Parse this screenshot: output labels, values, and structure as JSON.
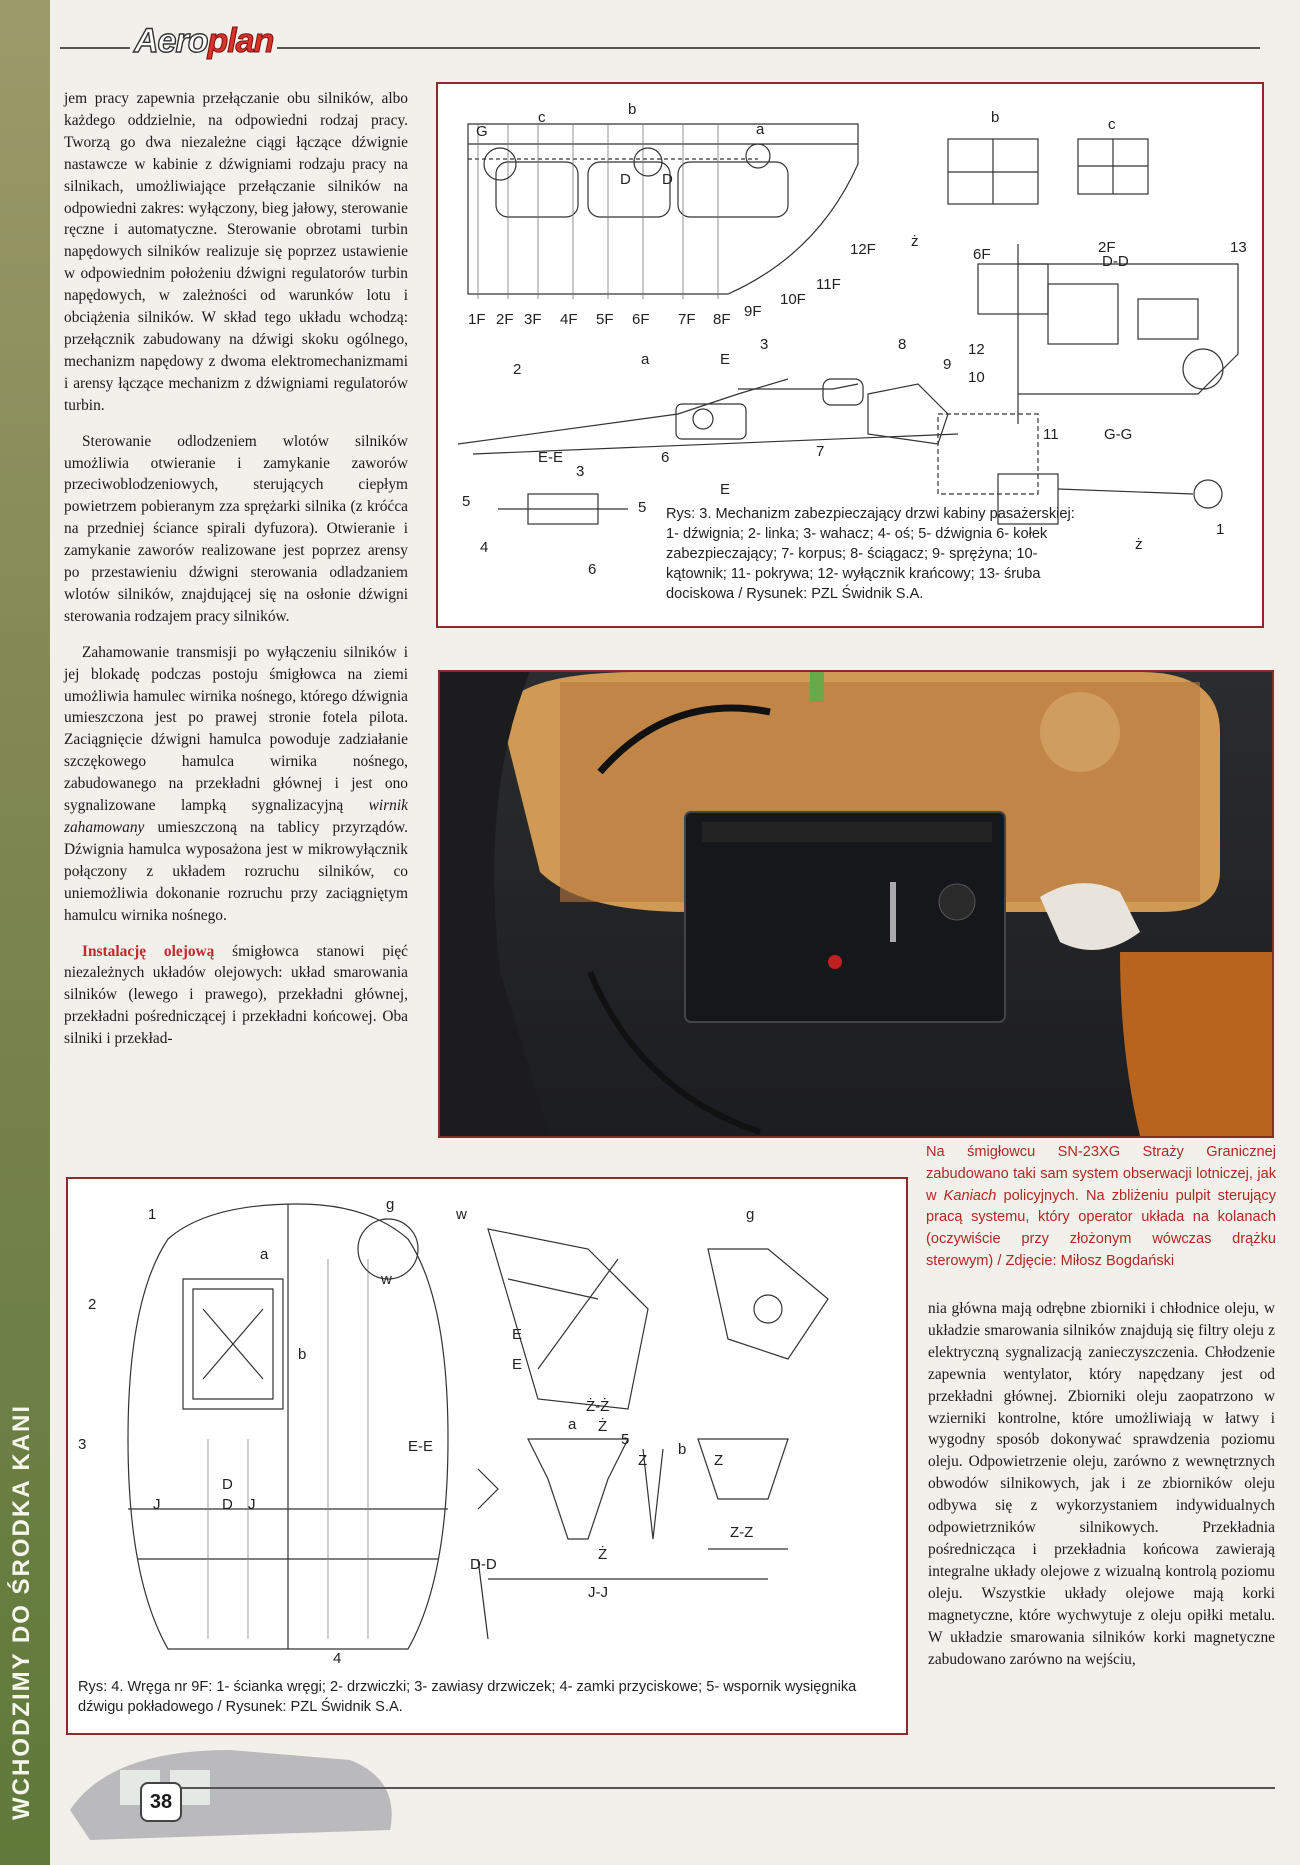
{
  "header": {
    "logo_part1": "Aero",
    "logo_part2": "plan"
  },
  "side": {
    "section_title": "WCHODZIMY DO ŚRODKA KANI"
  },
  "left_column": {
    "p1": "jem pracy zapewnia przełączanie obu silników, albo każdego oddzielnie, na odpowiedni rodzaj pracy. Tworzą go dwa niezależne ciągi łączące dźwignie nastawcze w kabinie z dźwigniami rodzaju pracy na silnikach, umożliwiające przełączanie silników na odpowiedni zakres: wyłączony, bieg jałowy, sterowanie ręczne i automatyczne. Sterowanie obrotami turbin napędowych silników realizuje się poprzez ustawienie w odpowiednim położeniu dźwigni regulatorów turbin napędowych, w zależności od warunków lotu i obciążenia silników. W skład tego układu wchodzą: przełącznik zabudowany na dźwigi skoku ogólnego, mechanizm napędowy z dwoma elektromechanizmami i aren­sy łączące mechanizm z dźwigniami regulatorów turbin.",
    "p2": "Sterowanie odlodzeniem wlotów silników umożliwia otwieranie i zamykanie zaworów przeciwoblodzeniowych, sterujących ciepłym powietrzem pobieranym zza sprężarki silnika (z króćca na przedniej ściance spirali dyfuzora). Otwieranie i zamykanie zaworów realizowane jest poprzez arensy po przestawieniu dźwigni sterowania odladzaniem wlotów silników, znajdującej się na osłonie dźwigni sterowania rodzajem pracy silników.",
    "p3_before": "Zahamowanie transmisji po wyłączeniu silników i jej blokadę podczas postoju śmigłowca na ziemi umożliwia hamulec wirnika nośnego, którego dźwignia umieszczona jest po prawej stronie fotela pilota. Zaciągnięcie dźwigni hamulca powoduje zadziałanie szczękowego hamulca wirnika nośnego, zabudowanego na przekładni głównej i jest ono sygnalizowane lampką sygnalizacyjną ",
    "p3_italic": "wirnik zahamowany",
    "p3_after": " umieszczoną na tablicy przyrządów. Dźwignia hamulca wyposażona jest w mikrowyłącznik połączony z układem rozruchu silników, co uniemożliwia dokonanie rozruchu przy zaciągniętym hamulcu wirnika nośnego.",
    "p4_highlight": "Instalację olejową",
    "p4_rest": " śmigłowca stanowi pięć niezależnych układów olejowych: układ smarowania silników (lewego i prawego), przekładni głównej, przekładni pośredniczącej i przekładni końcowej. Oba silniki i przekład-"
  },
  "right_column": {
    "text": "nia główna mają odrębne zbiorniki i chłodnice oleju, w układzie smarowania silników znajdują się filtry oleju z elektryczną sygnalizacją zanieczyszczenia. Chłodzenie zapewnia wentylator, który napędzany jest od przekładni głównej. Zbiorniki oleju zaopatrzono w wzierniki kontrolne, które umożliwiają w łatwy i wygodny sposób dokonywać sprawdzenia poziomu oleju. Odpowietrzenie oleju, zarówno z wewnętrznych obwodów silnikowych, jak i ze zbiorników oleju odbywa się z wykorzystaniem indywidualnych odpowietrzników silnikowych. Przekładnia pośrednicząca i przekładnia końcowa zawierają integralne układy olejowe z wizualną kontrolą poziomu oleju. Wszystkie układy olejowe mają korki magnetyczne, które wychwytuje z oleju opiłki metalu. W układzie smarowania silników korki magnetyczne zabudowano zarówno na wejściu,"
  },
  "figure3": {
    "caption": "Rys: 3. Mechanizm zabezpieczający drzwi kabiny pasażerskiej: 1- dźwignia; 2- linka; 3- wahacz; 4- oś; 5- dźwignia 6- kołek zabezpieczający; 7- korpus; 8- ściągacz; 9- sprężyna; 10- kątownik; 11- pokrywa; 12- wyłącznik krańcowy; 13- śruba dociskowa / Rysunek: PZL Świdnik S.A.",
    "frames": [
      "1F",
      "2F",
      "3F",
      "4F",
      "5F",
      "6F",
      "7F",
      "8F",
      "9F",
      "10F",
      "11F",
      "12F"
    ],
    "labels": {
      "b": "b",
      "c": "c",
      "a": "a",
      "D": "D",
      "G": "G",
      "E": "E",
      "zz": "ż",
      "DD": "D-D",
      "EE": "E-E",
      "GG": "G-G",
      "f6": "6F",
      "f2": "2F",
      "n1": "1",
      "n2": "2",
      "n3": "3",
      "n4": "4",
      "n5": "5",
      "n6": "6",
      "n7": "7",
      "n8": "8",
      "n9": "9",
      "n10": "10",
      "n11": "11",
      "n12": "12",
      "n13": "13"
    }
  },
  "photo": {
    "caption_before": "Na śmigłowcu SN-23XG Straży Granicznej zabudowano taki sam system obserwacji lotniczej, jak w ",
    "caption_italic": "Kaniach",
    "caption_after": " policyjnych. Na zbliżeniu pulpit sterujący pracą systemu, który operator układa na kolanach (oczywiście przy złożonym wówczas drążku sterowym) / Zdjęcie: Miłosz Bogdański"
  },
  "figure4": {
    "caption": "Rys: 4. Wręga nr 9F: 1- ścianka wręgi; 2- drzwiczki; 3- zawiasy drzwiczek; 4- zamki przyciskowe; 5- wspornik wysięgnika dźwigu pokładowego / Rysunek: PZL Świdnik S.A.",
    "labels": {
      "n1": "1",
      "n2": "2",
      "n3": "3",
      "n4": "4",
      "n5": "5",
      "a": "a",
      "b": "b",
      "g": "g",
      "w": "w",
      "E": "E",
      "D": "D",
      "J": "J",
      "EE": "E-E",
      "DD": "D-D",
      "ZZ": "Ż-Ż",
      "Z2": "Z-Z",
      "JJ": "J-J",
      "z": "Ż",
      "zl": "Z"
    }
  },
  "footer": {
    "page_number": "38"
  },
  "colors": {
    "frame": "#8a2a2a",
    "accent_red": "#c4262e",
    "caption_red": "#b42622",
    "side_band": "#6f8046"
  }
}
